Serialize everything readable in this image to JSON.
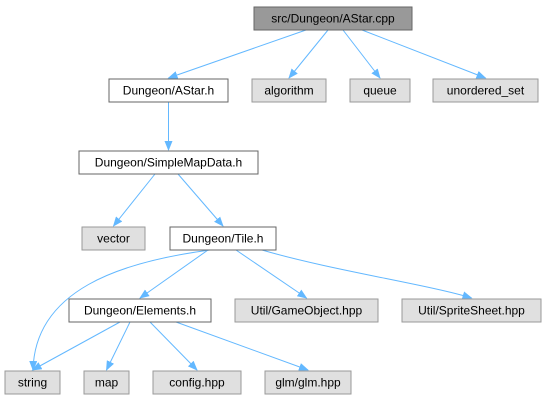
{
  "graph": {
    "title": "src/Dungeon/AStar.cpp",
    "nodes": {
      "root": "src/Dungeon/AStar.cpp",
      "astar_h": "Dungeon/AStar.h",
      "algorithm": "algorithm",
      "queue": "queue",
      "unordered_set": "unordered_set",
      "simplemapdata": "Dungeon/SimpleMapData.h",
      "vector": "vector",
      "tile": "Dungeon/Tile.h",
      "elements": "Dungeon/Elements.h",
      "gameobject": "Util/GameObject.hpp",
      "spritesheet": "Util/SpriteSheet.hpp",
      "string": "string",
      "map": "map",
      "config": "config.hpp",
      "glm": "glm/glm.hpp"
    },
    "styles": {
      "root_fill": "#999999",
      "documented_fill": "#ffffff",
      "external_fill": "#e0e0e0",
      "external_stroke": "#999999",
      "node_stroke": "#666666",
      "edge_color": "#63b8ff"
    },
    "edges": [
      [
        "root",
        "astar_h"
      ],
      [
        "root",
        "algorithm"
      ],
      [
        "root",
        "queue"
      ],
      [
        "root",
        "unordered_set"
      ],
      [
        "astar_h",
        "simplemapdata"
      ],
      [
        "simplemapdata",
        "vector"
      ],
      [
        "simplemapdata",
        "tile"
      ],
      [
        "tile",
        "string"
      ],
      [
        "tile",
        "elements"
      ],
      [
        "tile",
        "gameobject"
      ],
      [
        "tile",
        "spritesheet"
      ],
      [
        "elements",
        "string"
      ],
      [
        "elements",
        "map"
      ],
      [
        "elements",
        "config"
      ],
      [
        "elements",
        "glm"
      ]
    ]
  }
}
